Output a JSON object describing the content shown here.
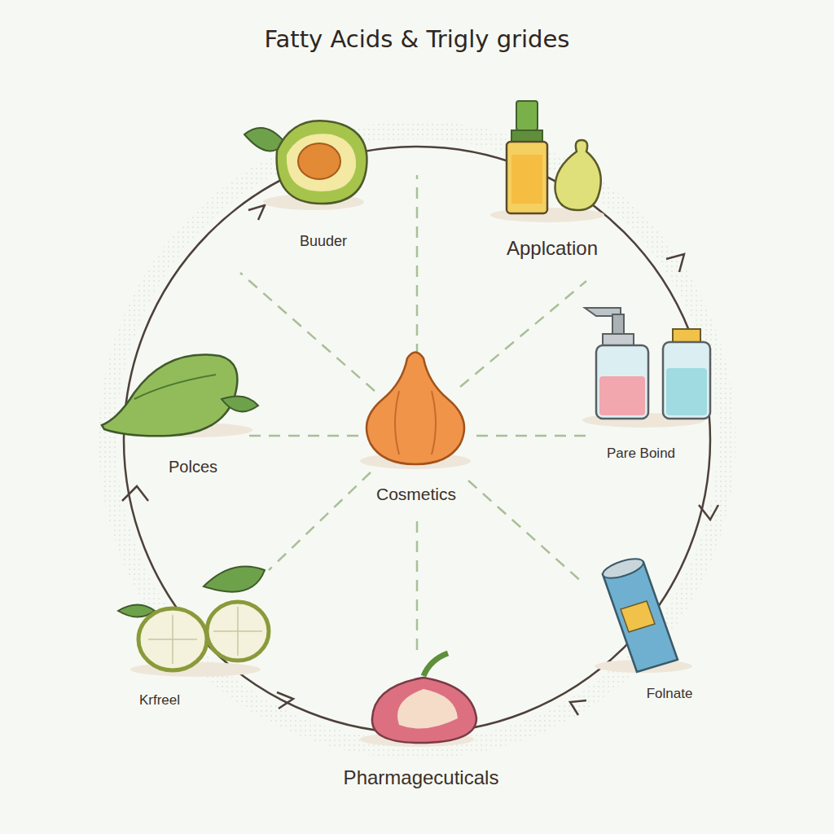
{
  "diagram": {
    "title": "Fatty Acids & Trigly grides",
    "labels": [
      "Buuder",
      "Applcation",
      "Polces",
      "Cosmetics",
      "Pare Boind",
      "Krfreel",
      "Folnate",
      "Pharmagecuticals"
    ]
  }
}
